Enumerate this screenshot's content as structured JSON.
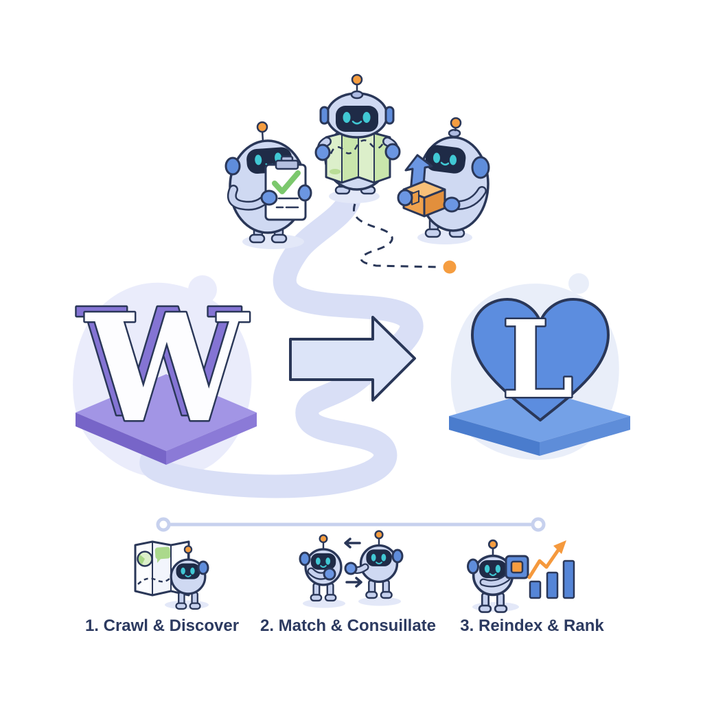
{
  "scene": {
    "background_color": "#ffffff",
    "source": {
      "letter": "W",
      "platform_top_color": "#a295e5",
      "letter_back_color": "#8474d4"
    },
    "destination": {
      "letter": "L",
      "heart_color": "#5c8ddf",
      "platform_top_color": "#74a1e7"
    },
    "steps": [
      {
        "label": "1. Crawl & Discover"
      },
      {
        "label": "2. Match & Consuillate"
      },
      {
        "label": "3. Reindex & Rank"
      }
    ],
    "robots": {
      "checklist_robot": "robot holding clipboard with green checkmark",
      "map_robot": "robot reading folded green map with dashed route",
      "box_robot": "robot holding orange box with blue up arrow",
      "crawl_robot": "robot beside trifold map",
      "exchange_robots": "two robots exchanging arrows",
      "rank_robot": "robot holding chip beside rising bar chart"
    },
    "icons": {
      "clipboard-check-icon": "clipboard with green checkmark and list lines",
      "map-icon": "folded green map with dashed route",
      "box-up-arrow-icon": "orange box with blue upward arrow",
      "journey-ribbon": "light winding path ribbon",
      "dashed-route-icon": "navy dashed route ending in orange dot",
      "right-arrow-icon": "large right-pointing transformation arrow",
      "heart-icon": "blue heart",
      "platform-icon": "isometric platform",
      "timeline": "horizontal connector with circle endpoints",
      "trifold-map-icon": "trifold map with green area patch and route",
      "exchange-arrows-icon": "left and right exchange arrows",
      "chip-icon": "blue tablet with orange square",
      "growth-arrow-icon": "orange zigzag rising arrow",
      "bar-chart-icon": "three ascending blue bars"
    },
    "colors": {
      "outline_navy": "#2a3758",
      "robot_body": "#cfd9f2",
      "robot_face": "#1f2b47",
      "robot_eyes": "#41c8d4",
      "accent_orange": "#f59d40",
      "accent_blue": "#5f8ddb",
      "map_green_light": "#dcefca",
      "map_green_dark": "#c9e6ac",
      "check_green": "#7cc86d",
      "box_orange": "#f0a24e",
      "ribbon": "#d9dff6",
      "arrow_fill": "#dce4f8",
      "timeline": "#c7d1ee",
      "bars_blue": "#5585d7",
      "label_text": "#2c3a60"
    }
  }
}
